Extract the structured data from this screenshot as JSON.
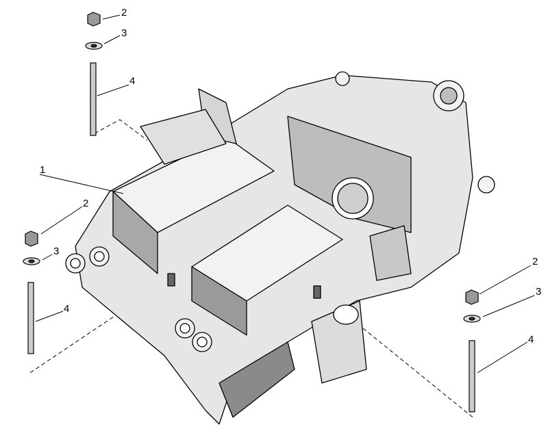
{
  "diagram": {
    "type": "exploded-parts-drawing",
    "callouts": [
      {
        "id": "frame",
        "label": "1"
      },
      {
        "id": "nut-top",
        "label": "2"
      },
      {
        "id": "washer-top",
        "label": "3"
      },
      {
        "id": "stud-top",
        "label": "4"
      },
      {
        "id": "nut-left",
        "label": "2"
      },
      {
        "id": "washer-left",
        "label": "3"
      },
      {
        "id": "stud-left",
        "label": "4"
      },
      {
        "id": "nut-right",
        "label": "2"
      },
      {
        "id": "washer-right",
        "label": "3"
      },
      {
        "id": "stud-right",
        "label": "4"
      }
    ],
    "colors": {
      "line": "#000000",
      "fill_light": "#e6e6e6",
      "fill_mid": "#bdbdbd",
      "fill_dark": "#8a8a8a"
    }
  }
}
